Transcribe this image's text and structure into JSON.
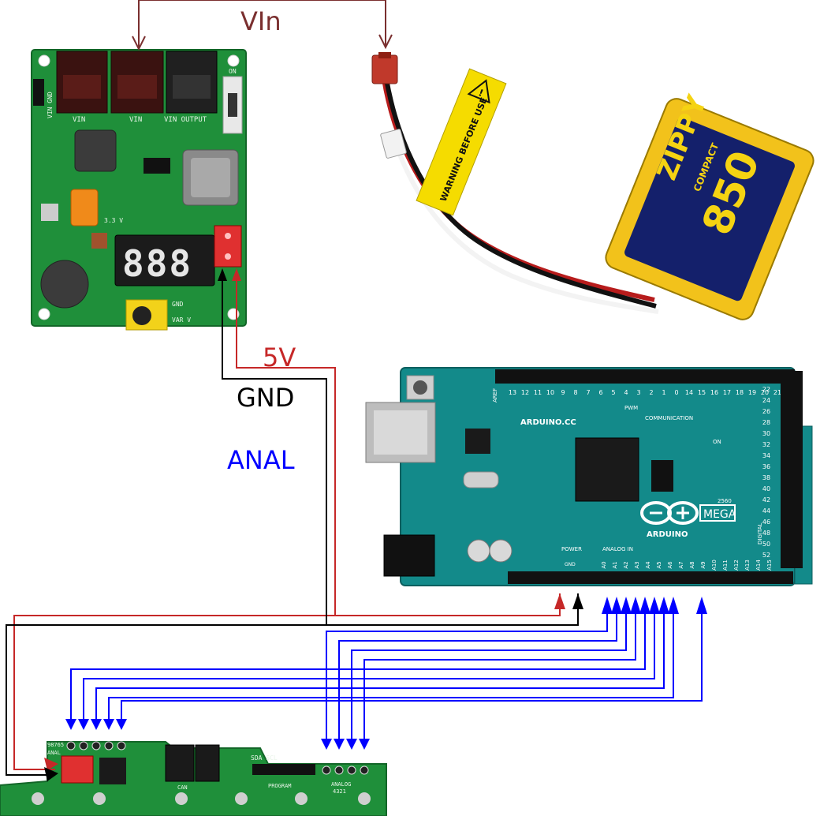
{
  "labels": {
    "vin": "VIn",
    "five_v": "5V",
    "gnd": "GND",
    "anal": "ANAL"
  },
  "colors": {
    "vin_wire": "#7a2f2f",
    "five_v_wire": "#c62828",
    "gnd_wire": "#000000",
    "analog_wire": "#0000ff",
    "pcb_green": "#1f8f3a",
    "arduino_teal": "#138a8a"
  },
  "power_board": {
    "pins_top": [
      "VIN",
      "VIN",
      "VIN OUTPUT"
    ],
    "switch_label": "ON",
    "side_label": "VIN GND",
    "rail_label": "3.3 V",
    "bottom_labels": [
      "GND",
      "VAR V"
    ],
    "display": "888"
  },
  "battery": {
    "brand": "ZIPPY",
    "line": "COMPACT",
    "capacity": "850",
    "warning": "WARNING BEFORE USE"
  },
  "arduino": {
    "brand": "ARDUINO",
    "site": "ARDUINO.CC",
    "model": "MEGA",
    "model_number": "2560",
    "power_label": "POWER",
    "analog_label": "ANALOG IN",
    "comm_label": "COMMUNICATION",
    "pwm_label": "PWM",
    "digital_label": "DIGITAL",
    "aref_label": "AREF",
    "on_label": "ON",
    "gnd_label": "GND",
    "analog_pins": [
      "A0",
      "A1",
      "A2",
      "A3",
      "A4",
      "A5",
      "A6",
      "A7",
      "A8",
      "A9",
      "A10",
      "A11",
      "A12",
      "A13",
      "A14",
      "A15"
    ],
    "top_pins": [
      "13",
      "12",
      "11",
      "10",
      "9",
      "8",
      "7",
      "6",
      "5",
      "4",
      "3",
      "2",
      "1",
      "0",
      "14",
      "15",
      "16",
      "17",
      "18",
      "19",
      "20",
      "21"
    ],
    "digital_pins": [
      "22",
      "24",
      "26",
      "28",
      "30",
      "32",
      "34",
      "36",
      "38",
      "40",
      "42",
      "44",
      "46",
      "48",
      "50",
      "52"
    ]
  },
  "sensor_board": {
    "left_header": "98765",
    "left_sub": "ANAL",
    "i2c_label": "SDA SCL",
    "right_header": "4321",
    "can_label": "CAN",
    "prog_label": "PROGRAM",
    "analog_label": "ANALOG"
  }
}
